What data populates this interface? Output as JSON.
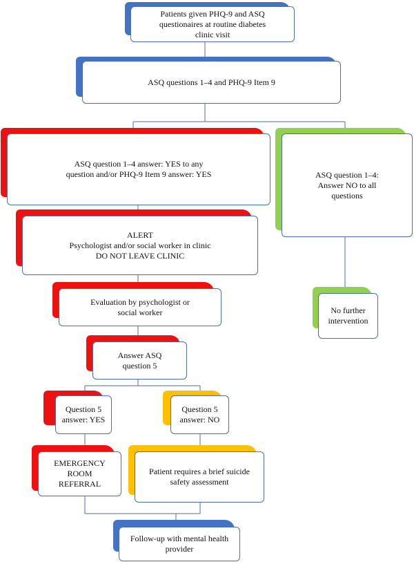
{
  "colors": {
    "blue": "#4472c4",
    "red": "#ee1111",
    "green": "#92d050",
    "yellow": "#ffc000",
    "connector": "#4a6fa5"
  },
  "nodes": {
    "start": {
      "accent": "blue",
      "lines": [
        "Patients given PHQ-9 and ASQ",
        "questionaires at routine diabetes",
        "clinic visit"
      ]
    },
    "screen": {
      "accent": "blue",
      "lines": [
        "ASQ questions 1–4 and PHQ-9 Item 9"
      ]
    },
    "yes_any": {
      "accent": "red",
      "lines": [
        "ASQ question 1–4 answer: YES to any",
        "question and/or PHQ-9 Item 9 answer: YES"
      ]
    },
    "no_all": {
      "accent": "green",
      "lines": [
        "ASQ question 1–4:",
        "Answer NO to all",
        "questions"
      ]
    },
    "alert": {
      "accent": "red",
      "lines": [
        "ALERT",
        "Psychologist and/or social worker in clinic",
        "DO NOT LEAVE CLINIC"
      ]
    },
    "no_further": {
      "accent": "green",
      "lines": [
        "No further",
        "intervention"
      ]
    },
    "evaluation": {
      "accent": "red",
      "lines": [
        "Evaluation by psychologist or",
        "social worker"
      ]
    },
    "answer_q5": {
      "accent": "red",
      "lines": [
        "Answer ASQ",
        "question 5"
      ]
    },
    "q5_yes": {
      "accent": "red",
      "lines": [
        "Question 5",
        "answer: YES"
      ]
    },
    "q5_no": {
      "accent": "yellow",
      "lines": [
        "Question 5",
        "answer: NO"
      ]
    },
    "emergency": {
      "accent": "red",
      "lines": [
        "EMERGENCY",
        "ROOM",
        "REFERRAL"
      ]
    },
    "brief": {
      "accent": "yellow",
      "lines": [
        "Patient requires a brief suicide",
        "safety assessment"
      ]
    },
    "followup": {
      "accent": "blue",
      "lines": [
        "Follow-up with mental health",
        "provider"
      ]
    }
  }
}
